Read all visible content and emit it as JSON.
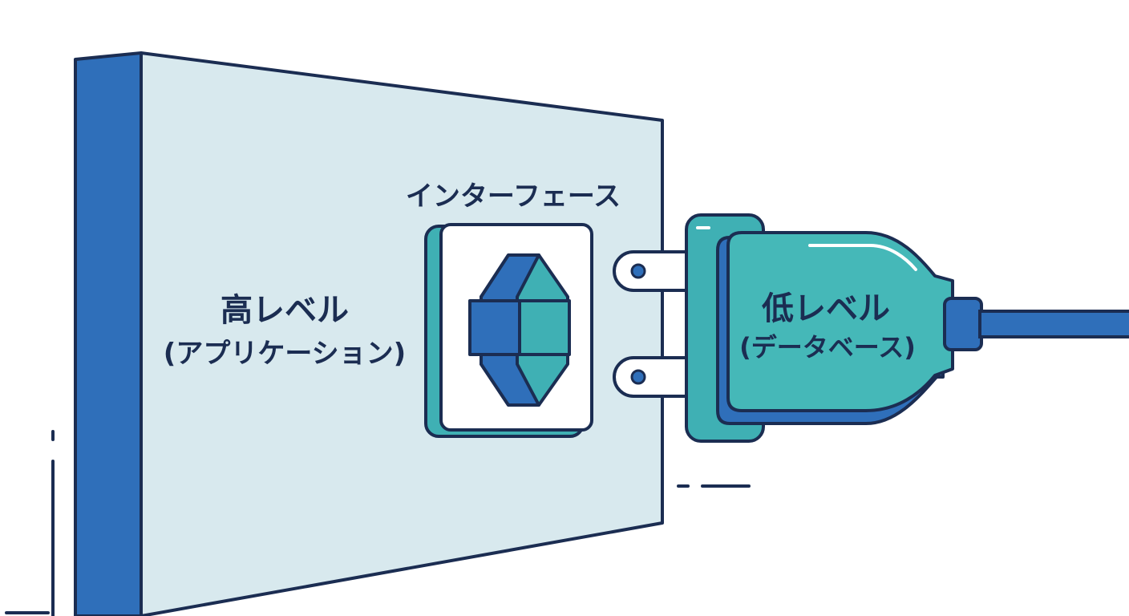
{
  "labels": {
    "interface": "インターフェース",
    "high_level_title": "高レベル",
    "high_level_sub": "(アプリケーション)",
    "low_level_title": "低レベル",
    "low_level_sub": "(データベース)"
  },
  "colors": {
    "outline": "#1b2d52",
    "wall_face": "#d8e9ee",
    "wall_side": "#2f6fba",
    "socket_teal": "#3fb0b4",
    "socket_blue": "#2f6fba",
    "plug_teal": "#45b8b8",
    "plug_blue": "#2f6fba",
    "prong": "#ffffff",
    "text": "#1b2d52"
  },
  "icons": {
    "socket": "hexagon-socket-icon",
    "plug": "power-plug-icon"
  }
}
